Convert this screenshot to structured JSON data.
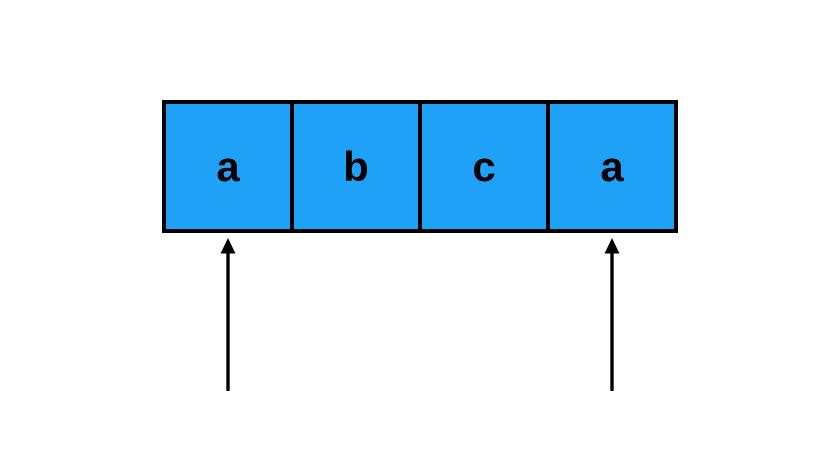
{
  "colors": {
    "background": "#ffffff",
    "cell_fill": "#1fa1f7",
    "cell_border": "#000000",
    "arrow": "#000000",
    "letter": "#000000"
  },
  "cells": [
    {
      "label": "a"
    },
    {
      "label": "b"
    },
    {
      "label": "c"
    },
    {
      "label": "a"
    }
  ],
  "arrows": [
    {
      "name": "left-pointer",
      "points_to": "a",
      "position": "first-cell"
    },
    {
      "name": "right-pointer",
      "points_to": "a",
      "position": "last-cell"
    }
  ]
}
